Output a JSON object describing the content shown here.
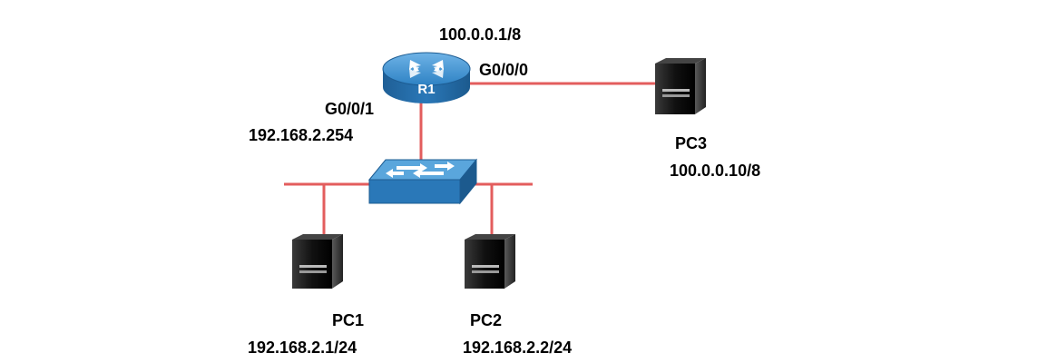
{
  "colors": {
    "link": "#e35d5d",
    "device_blue": "#2d7fc0",
    "device_dark": "#1a1a1a",
    "label": "#000000"
  },
  "router": {
    "name": "R1",
    "icon": "router-icon",
    "interfaces": {
      "g000": {
        "name": "G0/0/0",
        "ip": "100.0.0.1/8"
      },
      "g001": {
        "name": "G0/0/1",
        "ip": "192.168.2.254"
      }
    }
  },
  "switch": {
    "icon": "switch-icon"
  },
  "pcs": {
    "pc1": {
      "name": "PC1",
      "ip": "192.168.2.1/24",
      "icon": "pc-tower-icon"
    },
    "pc2": {
      "name": "PC2",
      "ip": "192.168.2.2/24",
      "icon": "pc-tower-icon"
    },
    "pc3": {
      "name": "PC3",
      "ip": "100.0.0.10/8",
      "icon": "pc-tower-icon"
    }
  }
}
